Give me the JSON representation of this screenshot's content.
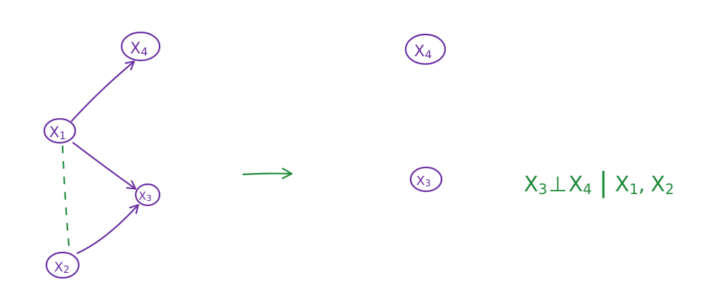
{
  "colors": {
    "node": "#6a2fa3",
    "annotation": "#1f8a3a"
  },
  "left_graph": {
    "nodes": {
      "x1": "X",
      "x1_sub": "1",
      "x2": "X",
      "x2_sub": "2",
      "x3": "X",
      "x3_sub": "3",
      "x4": "X",
      "x4_sub": "4"
    }
  },
  "right_graph": {
    "nodes": {
      "x3": "X",
      "x3_sub": "3",
      "x4": "X",
      "x4_sub": "4"
    }
  },
  "formula": {
    "lhs": "X",
    "lhs_sub": "3",
    "symbol": "⊥",
    "rhs": "X",
    "rhs_sub": "4",
    "given": "|",
    "cond1": "X",
    "cond1_sub": "1",
    "comma": ",",
    "cond2": "X",
    "cond2_sub": "2"
  }
}
